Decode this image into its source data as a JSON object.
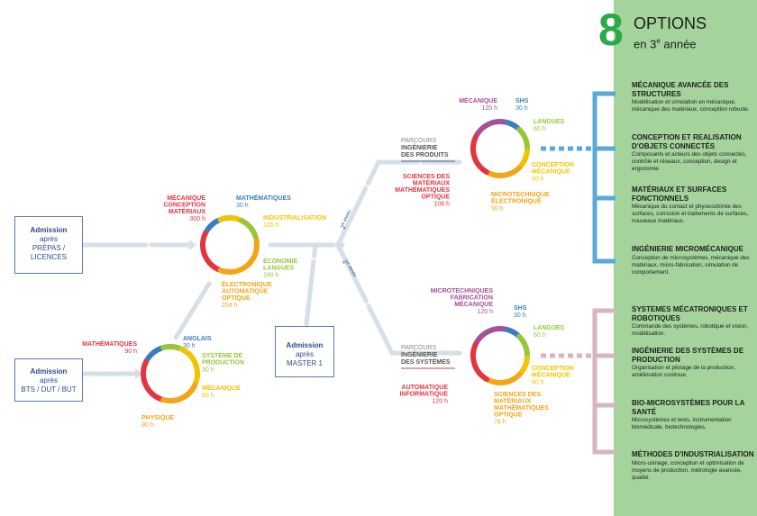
{
  "header": {
    "number": "8",
    "word": "OPTIONS",
    "line2_prefix": "en 3",
    "line2_sup": "e",
    "line2_suffix": " année"
  },
  "admissions": [
    {
      "title": "Admission",
      "l2": "après",
      "l3": "PRÉPAS /",
      "l4": "LICENCES"
    },
    {
      "title": "Admission",
      "l2": "après",
      "l3": "BTS / DUT / BUT",
      "l4": ""
    },
    {
      "title": "Admission",
      "l2": "après",
      "l3": "MASTER 1",
      "l4": ""
    }
  ],
  "year_labels": {
    "second_a": "2",
    "second_b": "2",
    "suffix": "e année"
  },
  "parcours": [
    {
      "l1": "PARCOURS",
      "l2": "INGÉNIERIE",
      "l3": "DES PRODUITS"
    },
    {
      "l1": "PARCOURS",
      "l2": "INGÉNIERIE",
      "l3": "DES SYSTÈMES"
    }
  ],
  "rings": {
    "year1_prepas": [
      {
        "lines": [
          "MÉCANIQUE",
          "CONCEPTION",
          "MATÉRIAUX"
        ],
        "hours": "300 h",
        "color": "#e3343f"
      },
      {
        "lines": [
          "MATHÉMATIQUES"
        ],
        "hours": "30 h",
        "color": "#3a7dc0"
      },
      {
        "lines": [
          "INDUSTRIALISATION"
        ],
        "hours": "105 h",
        "color": "#f1c400"
      },
      {
        "lines": [
          "ÉCONOMIE",
          "LANGUES"
        ],
        "hours": "180 h",
        "color": "#96c63c"
      },
      {
        "lines": [
          "ÉLECTRONIQUE",
          "AUTOMATIQUE",
          "OPTIQUE"
        ],
        "hours": "254 h",
        "color": "#f3a417"
      }
    ],
    "year1_bts": [
      {
        "lines": [
          "MATHÉMATIQUES"
        ],
        "hours": "90 h",
        "color": "#e3343f"
      },
      {
        "lines": [
          "ANGLAIS"
        ],
        "hours": "30 h",
        "color": "#3a7dc0"
      },
      {
        "lines": [
          "SYSTÈME DE",
          "PRODUCTION"
        ],
        "hours": "30 h",
        "color": "#96c63c"
      },
      {
        "lines": [
          "MÉCANIQUE"
        ],
        "hours": "60 h",
        "color": "#f1c400"
      },
      {
        "lines": [
          "PHYSIQUE"
        ],
        "hours": "90 h",
        "color": "#f3a417"
      }
    ],
    "produits": [
      {
        "lines": [
          "MÉCANIQUE"
        ],
        "hours": "120 h",
        "color": "#a4509c"
      },
      {
        "lines": [
          "SHS"
        ],
        "hours": "30 h",
        "color": "#3a7dc0"
      },
      {
        "lines": [
          "LANGUES"
        ],
        "hours": "60 h",
        "color": "#96c63c"
      },
      {
        "lines": [
          "CONCEPTION",
          "MÉCANIQUE"
        ],
        "hours": "60 h",
        "color": "#f1c400"
      },
      {
        "lines": [
          "MICROTECHNIQUE",
          "ÉLECTRONIQUE"
        ],
        "hours": "90 h",
        "color": "#f3a417"
      },
      {
        "lines": [
          "SCIENCES DES",
          "MATÉRIAUX",
          "MATHÉMATIQUES",
          "OPTIQUE"
        ],
        "hours": "108 h",
        "color": "#e3343f"
      }
    ],
    "systemes": [
      {
        "lines": [
          "MICROTECHNIQUES",
          "FABRICATION",
          "MÉCANIQUE"
        ],
        "hours": "120 h",
        "color": "#a4509c"
      },
      {
        "lines": [
          "SHS"
        ],
        "hours": "30 h",
        "color": "#3a7dc0"
      },
      {
        "lines": [
          "LANGUES"
        ],
        "hours": "60 h",
        "color": "#96c63c"
      },
      {
        "lines": [
          "CONCEPTION",
          "MÉCANIQUE"
        ],
        "hours": "60 h",
        "color": "#f1c400"
      },
      {
        "lines": [
          "SCIENCES DES",
          "MATÉRIAUX",
          "MATHÉMATIQUES",
          "OPTIQUE"
        ],
        "hours": "78 h",
        "color": "#f3a417"
      },
      {
        "lines": [
          "AUTOMATIQUE",
          "INFORMATIQUE"
        ],
        "hours": "120 h",
        "color": "#e3343f"
      }
    ]
  },
  "options": [
    {
      "title": "MÉCANIQUE AVANCÉE DES STRUCTURES",
      "desc": "Modélisation et simulation en mécanique, mécanique des matériaux, conception robuste."
    },
    {
      "title": "CONCEPTION ET REALISATION D'OBJETS CONNECTÉS",
      "desc": "Composants et acteurs des objets connectés, contrôle et réseaux, conception, design et ergonomie."
    },
    {
      "title": "MATÉRIAUX ET SURFACES FONCTIONNELS",
      "desc": "Mécanique du contact et physicochimie des surfaces, corrosion et traitements de surfaces, nouveaux matériaux."
    },
    {
      "title": "INGÉNIERIE MICROMÉCANIQUE",
      "desc": "Conception de microsystèmes, mécanique des matériaux, micro-fabrication, simulation de comportement."
    },
    {
      "title": "SYSTEMES MÉCATRONIQUES ET ROBOTIQUES",
      "desc": "Commande des systèmes, robotique et vision, modélisation."
    },
    {
      "title": "INGÉNIERIE DES SYSTÈMES DE PRODUCTION",
      "desc": "Organisation et pilotage de la production, amélioration continue."
    },
    {
      "title": "BIO-MICROSYSTÈMES POUR LA SANTÉ",
      "desc": "Microsystèmes et tests, instrumentation biomédicale, biotechnologies."
    },
    {
      "title": "MÉTHODES D'INDUSTRIALISATION",
      "desc": "Micro-usinage, conception et optimisation de moyens de production, métrologie avancée, qualité."
    }
  ],
  "colors": {
    "panel": "#a4d49c",
    "flow": "#d6dee6",
    "blue_bracket": "#5aa9d6",
    "pink_bracket": "#d8b4bd"
  }
}
